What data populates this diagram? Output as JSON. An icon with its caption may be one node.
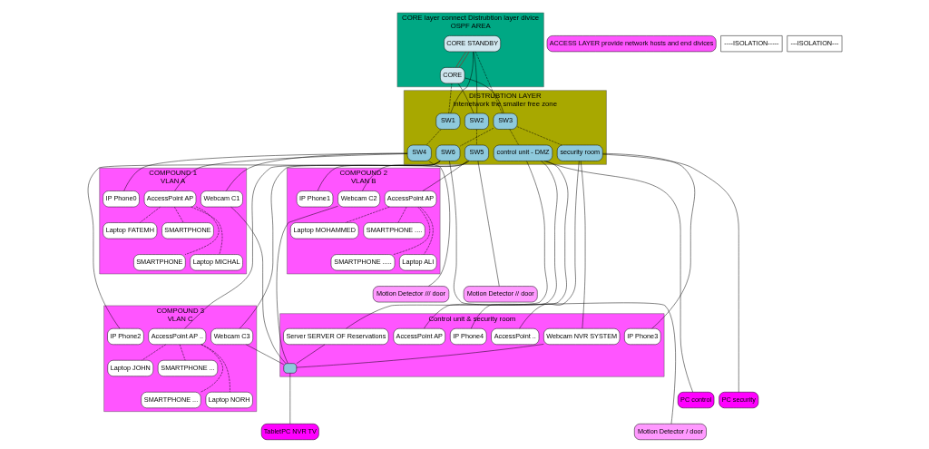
{
  "diagram": {
    "nodes": [
      {
        "text": [
          "CORE layer connect Distrubtion layer divice",
          "OSPF AREA"
        ]
      },
      {
        "text": [
          "CORE STANDBY"
        ],
        "in": 0
      },
      {
        "text": [
          "CORE"
        ],
        "in": 0
      },
      {
        "text": [
          "DISTRUBTION LAYER",
          "intenetwork the smaller free zone"
        ]
      },
      {
        "text": [
          "SW1"
        ],
        "in": 3
      },
      {
        "text": [
          "SW2"
        ],
        "in": 3
      },
      {
        "text": [
          "SW3"
        ],
        "in": 3
      },
      {
        "text": [
          "SW4"
        ],
        "in": 3
      },
      {
        "text": [
          "SW5"
        ],
        "in": 3
      },
      {
        "text": [
          "SW6"
        ],
        "in": 3
      },
      {
        "text": [
          "control unit - DMZ"
        ],
        "in": 3
      },
      {
        "text": [
          "security room"
        ],
        "in": 3
      },
      {
        "text": [
          "COMPOUND 1",
          "VLAN A"
        ]
      },
      {
        "text": [
          "AccessPoint AP"
        ],
        "in": 12
      },
      {
        "text": [
          "Laptop FATEMH"
        ],
        "in": 12
      },
      {
        "text": [
          "SMARTPHONE"
        ],
        "in": 12
      },
      {
        "text": [
          "Webcam C1"
        ],
        "in": 12
      },
      {
        "text": [
          "SMARTPHONE"
        ],
        "in": 12
      },
      {
        "text": [
          "Laptop MICHAL"
        ],
        "in": 12
      },
      {
        "text": [
          "IP Phone0"
        ],
        "in": 12
      },
      {
        "text": [
          "COMPOUND 2",
          "VLAN B"
        ]
      },
      {
        "text": [
          "Webcam C2"
        ],
        "in": 20
      },
      {
        "text": [
          "AccessPoint AP"
        ],
        "in": 20
      },
      {
        "text": [
          "Laptop MOHAMMED"
        ],
        "in": 20
      },
      {
        "text": [
          "SMARTPHONE ...."
        ],
        "in": 20
      },
      {
        "text": [
          "SMARTPHONE ....."
        ],
        "in": 20
      },
      {
        "text": [
          "Laptop ALI"
        ],
        "in": 20
      },
      {
        "text": [
          "IP Phone1"
        ],
        "in": 20
      },
      {
        "text": [
          "COMPOUND 3",
          "VLAN C"
        ]
      },
      {
        "text": [
          "Webcam C3"
        ],
        "in": 28
      },
      {
        "text": [
          "Laptop JOHN"
        ],
        "in": 28
      },
      {
        "text": [
          "AccessPoint AP .."
        ],
        "in": 28
      },
      {
        "text": [
          "SMARTPHONE ..."
        ],
        "in": 28
      },
      {
        "text": [
          "SMARTPHONE ..."
        ],
        "in": 28
      },
      {
        "text": [
          "Laptop NORH"
        ],
        "in": 28
      },
      {
        "text": [
          "IP Phone2"
        ],
        "in": 28
      },
      {
        "text": [
          "Control unit & security room"
        ]
      },
      {
        "text": [
          "AccessPoint AP"
        ],
        "in": 36
      },
      {
        "text": [
          "AccessPoint .."
        ],
        "in": 36
      },
      {
        "text": [
          "Webcam NVR SYSTEM"
        ],
        "in": 36
      },
      {
        "text": [
          "IP Phone4"
        ],
        "in": 36
      },
      {
        "text": [
          "Server SERVER OF Reservations"
        ],
        "in": 36
      },
      {
        "text": [],
        "shape": "box",
        "in": 36
      },
      {
        "text": [
          "IP Phone3"
        ],
        "in": 36
      },
      {
        "text": [
          "Motion Detector /// door"
        ]
      },
      {
        "text": [
          "Motion Detector // door"
        ]
      },
      {
        "text": [
          "Motion Detector / door"
        ]
      },
      {
        "text": [
          "PC control"
        ]
      },
      {
        "text": [
          "TabletPC NVR TV"
        ]
      },
      {
        "text": [
          "PC security"
        ]
      },
      {
        "text": [
          "ACCESS LAYER provide network hosts and end divices"
        ]
      }
    ],
    "edges": [
      {
        "from": 1,
        "to": 2,
        "arrow": "none",
        "color": "#c00000"
      },
      {
        "from": 1,
        "to": 2,
        "arrow": "none",
        "color": "#c00000"
      },
      {
        "from": 1,
        "to": 4,
        "arrow": "none"
      },
      {
        "from": 1,
        "to": 5,
        "arrow": "none"
      },
      {
        "from": 1,
        "to": 6,
        "arrow": "none",
        "style": "dashed"
      },
      {
        "from": 2,
        "to": 4,
        "arrow": "none",
        "style": "dashed"
      },
      {
        "from": 2,
        "to": 5,
        "arrow": "none"
      },
      {
        "from": 2,
        "to": 6,
        "arrow": "none"
      },
      {
        "from": 4,
        "to": 7,
        "arrow": "none",
        "style": "dashed"
      },
      {
        "from": 5,
        "to": 8,
        "arrow": "none",
        "style": "dashed"
      },
      {
        "from": 6,
        "to": 9,
        "arrow": "none",
        "style": "dashed"
      },
      {
        "from": 6,
        "to": 10,
        "arrow": "none",
        "style": "dashed"
      },
      {
        "from": 6,
        "to": 11,
        "arrow": "none",
        "style": "dashed"
      },
      {
        "from": 7,
        "to": 13,
        "arrow": "none"
      },
      {
        "from": 7,
        "to": 16,
        "arrow": "none"
      },
      {
        "from": 7,
        "to": 19,
        "arrow": "none"
      },
      {
        "from": 7,
        "to": 44,
        "arrow": "none"
      },
      {
        "from": 8,
        "to": 21,
        "arrow": "none"
      },
      {
        "from": 8,
        "to": 22,
        "arrow": "none"
      },
      {
        "from": 8,
        "to": 27,
        "arrow": "none"
      },
      {
        "from": 8,
        "to": 45,
        "arrow": "none"
      },
      {
        "from": 9,
        "to": 29,
        "arrow": "none"
      },
      {
        "from": 9,
        "to": 31,
        "arrow": "none"
      },
      {
        "from": 9,
        "to": 35,
        "arrow": "none"
      },
      {
        "from": 9,
        "to": 46,
        "arrow": "none"
      },
      {
        "from": 13,
        "to": 14,
        "arrow": "none",
        "style": "dashed"
      },
      {
        "from": 13,
        "to": 15,
        "arrow": "none",
        "style": "dashed"
      },
      {
        "from": 13,
        "to": 17,
        "arrow": "none",
        "style": "dashed"
      },
      {
        "from": 13,
        "to": 18,
        "arrow": "none",
        "style": "dashed"
      },
      {
        "from": 22,
        "to": 23,
        "arrow": "none",
        "style": "dashed"
      },
      {
        "from": 22,
        "to": 24,
        "arrow": "none",
        "style": "dashed"
      },
      {
        "from": 22,
        "to": 25,
        "arrow": "none",
        "style": "dashed"
      },
      {
        "from": 22,
        "to": 26,
        "arrow": "none",
        "style": "dashed"
      },
      {
        "from": 31,
        "to": 30,
        "arrow": "none",
        "style": "dashed"
      },
      {
        "from": 31,
        "to": 32,
        "arrow": "none",
        "style": "dashed"
      },
      {
        "from": 31,
        "to": 33,
        "arrow": "none",
        "style": "dashed"
      },
      {
        "from": 31,
        "to": 34,
        "arrow": "none",
        "style": "dashed"
      },
      {
        "from": 10,
        "to": 37,
        "arrow": "none"
      },
      {
        "from": 10,
        "to": 40,
        "arrow": "none"
      },
      {
        "from": 10,
        "to": 41,
        "arrow": "none"
      },
      {
        "from": 10,
        "to": 47,
        "arrow": "none"
      },
      {
        "from": 11,
        "to": 38,
        "arrow": "none"
      },
      {
        "from": 11,
        "to": 39,
        "arrow": "none"
      },
      {
        "from": 11,
        "to": 43,
        "arrow": "none"
      },
      {
        "from": 11,
        "to": 49,
        "arrow": "none"
      },
      {
        "from": 41,
        "to": 42,
        "arrow": "none"
      },
      {
        "from": 39,
        "to": 42,
        "arrow": "none"
      },
      {
        "from": 42,
        "to": 48,
        "arrow": "none"
      },
      {
        "from": 16,
        "to": 42,
        "arrow": "none"
      },
      {
        "from": 21,
        "to": 42,
        "arrow": "none"
      },
      {
        "from": 29,
        "to": 42,
        "arrow": "none"
      }
    ],
    "labels": [
      "----ISOLATION-----",
      "---ISOLATION---"
    ]
  }
}
